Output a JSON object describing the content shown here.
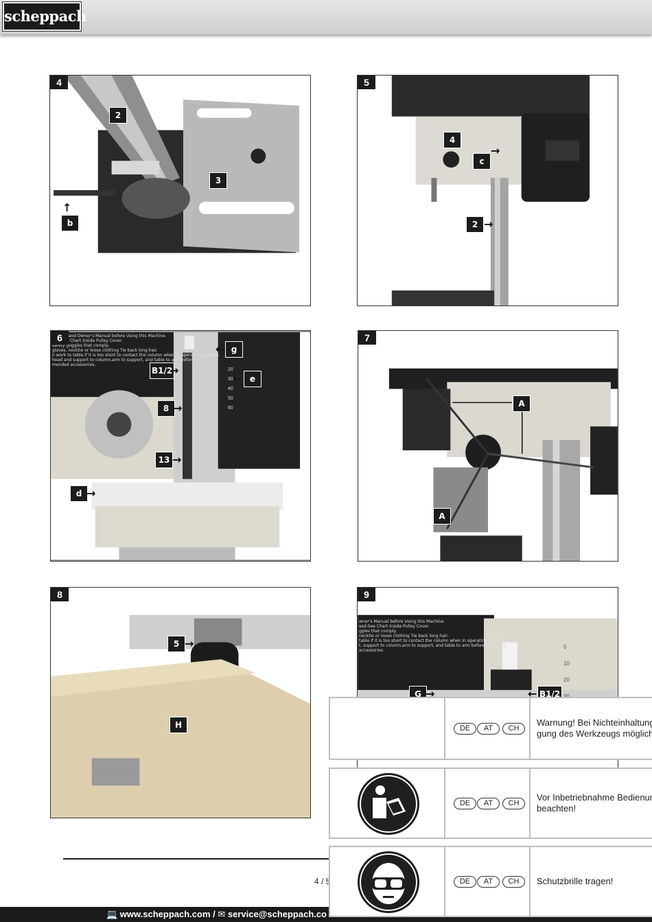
{
  "header": {
    "logo_text": "scheppach"
  },
  "figures": [
    {
      "number": "4",
      "labels": [
        "2",
        "3",
        "b"
      ]
    },
    {
      "number": "5",
      "labels": [
        "4",
        "c",
        "2"
      ]
    },
    {
      "number": "6",
      "labels": [
        "g",
        "B1/2",
        "e",
        "8",
        "13",
        "d"
      ],
      "label_text": "Understand Owner's Manual before Using this Machine.\nsed-See Chart Inside Pulley Cover.\nsafety goggles that comply.\ngloves, necktie or loose clothing Tie back long hair.\nn work to table if it is too short to contact the column when in operating position.\nhead and support to column,arm to support, and table to arm before\nmended accessories.",
      "scale_marks": [
        "20",
        "30",
        "40",
        "50",
        "60"
      ]
    },
    {
      "number": "7",
      "labels": [
        "A",
        "A"
      ]
    },
    {
      "number": "8",
      "labels": [
        "5",
        "H"
      ]
    },
    {
      "number": "9",
      "labels": [
        "G",
        "B1/2"
      ],
      "label_text": "wner's Manual before Using this Machine.\nsed-See Chart Inside Pulley Cover.\nggles that comply.\nnecktie or loose clothing Tie back long hair.\ntable if it is too short to contact the column when in operating position.\nt, support to column,arm to support, and table to arm before operating\naccessories.",
      "scale_marks": [
        "0",
        "10",
        "20",
        "30"
      ]
    }
  ],
  "warnings": [
    {
      "countries": [
        "DE",
        "AT",
        "CH"
      ],
      "text": "Warnung! Bei Nichteinhaltung\ngung des Werkzeugs möglich!",
      "icon": "none"
    },
    {
      "countries": [
        "DE",
        "AT",
        "CH"
      ],
      "text": "Vor Inbetriebnahme Bedienun\nbeachten!",
      "icon": "read-manual-icon"
    },
    {
      "countries": [
        "DE",
        "AT",
        "CH"
      ],
      "text": "Schutzbrille tragen!",
      "icon": "safety-goggles-icon"
    }
  ],
  "footer": {
    "page_number": "4 / 5",
    "contact": "💻 www.scheppach.com / ✉ service@scheppach.co"
  }
}
